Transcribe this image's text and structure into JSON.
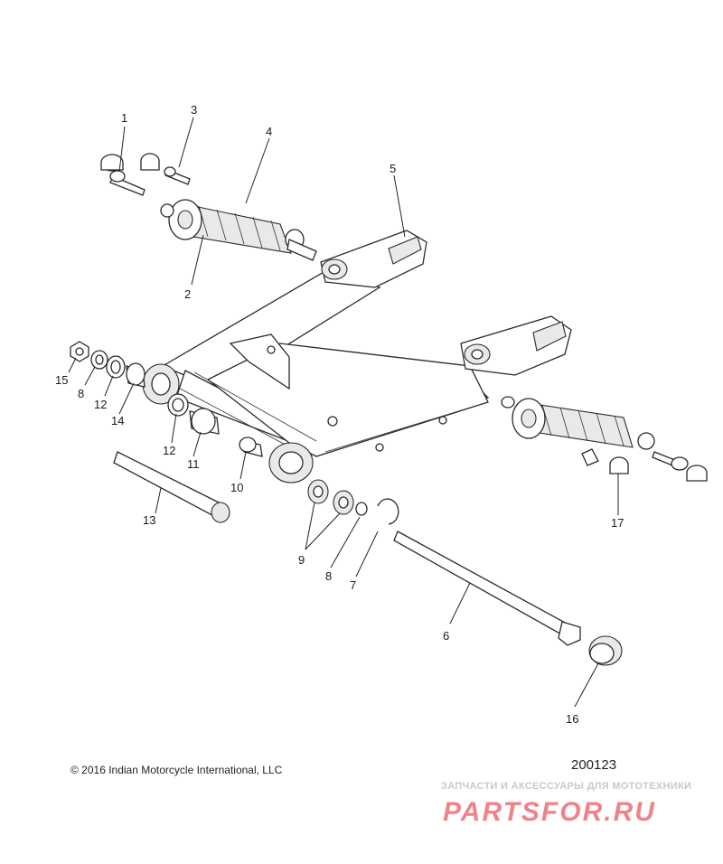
{
  "diagram": {
    "callouts": [
      {
        "id": "1",
        "label": "1"
      },
      {
        "id": "3",
        "label": "3"
      },
      {
        "id": "4",
        "label": "4"
      },
      {
        "id": "5",
        "label": "5"
      },
      {
        "id": "2",
        "label": "2"
      },
      {
        "id": "15",
        "label": "15"
      },
      {
        "id": "8a",
        "label": "8"
      },
      {
        "id": "12a",
        "label": "12"
      },
      {
        "id": "14",
        "label": "14"
      },
      {
        "id": "12b",
        "label": "12"
      },
      {
        "id": "11",
        "label": "11"
      },
      {
        "id": "10",
        "label": "10"
      },
      {
        "id": "13",
        "label": "13"
      },
      {
        "id": "9",
        "label": "9"
      },
      {
        "id": "8b",
        "label": "8"
      },
      {
        "id": "7",
        "label": "7"
      },
      {
        "id": "6",
        "label": "6"
      },
      {
        "id": "16",
        "label": "16"
      },
      {
        "id": "17",
        "label": "17"
      }
    ]
  },
  "footer": {
    "copyright": "©  2016 Indian Motorcycle International, LLC",
    "drawing_number": "200123"
  },
  "watermark": {
    "tagline": "ЗАПЧАСТИ И АКСЕССУАРЫ ДЛЯ МОТОТЕХНИКИ",
    "logo_text": "PARTSFOR.RU",
    "color": "#e31e24"
  }
}
